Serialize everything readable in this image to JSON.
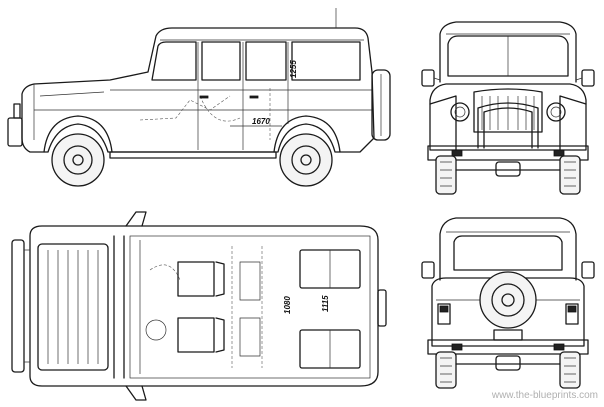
{
  "views": [
    "side-view",
    "front-view",
    "top-view",
    "rear-view"
  ],
  "dimensions": {
    "side_height": "1255",
    "side_wheelbase": "1670",
    "top_inner_width": "1080",
    "top_track": "1115"
  },
  "watermark": "www.the-blueprints.com",
  "colors": {
    "line": "#1a1a1a",
    "background": "#ffffff",
    "watermark": "#b0b0b0"
  }
}
